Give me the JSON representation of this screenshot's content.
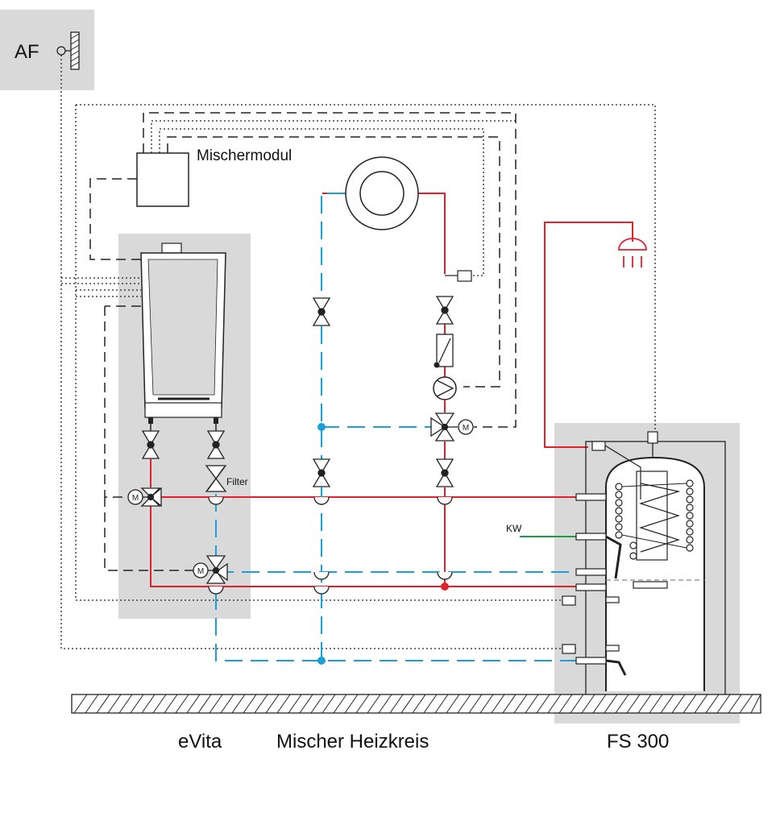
{
  "labels": {
    "af": "AF",
    "mischermodul": "Mischermodul",
    "filter": "Filter",
    "kw": "KW",
    "evita": "eVita",
    "mischer_heizkreis": "Mischer Heizkreis",
    "fs300": "FS 300"
  },
  "colors": {
    "supply": "#e0202a",
    "return": "#1aa0d8",
    "cold_water": "#1aa040",
    "zone_bg": "#d9d9d9",
    "wiring": "#222222"
  }
}
